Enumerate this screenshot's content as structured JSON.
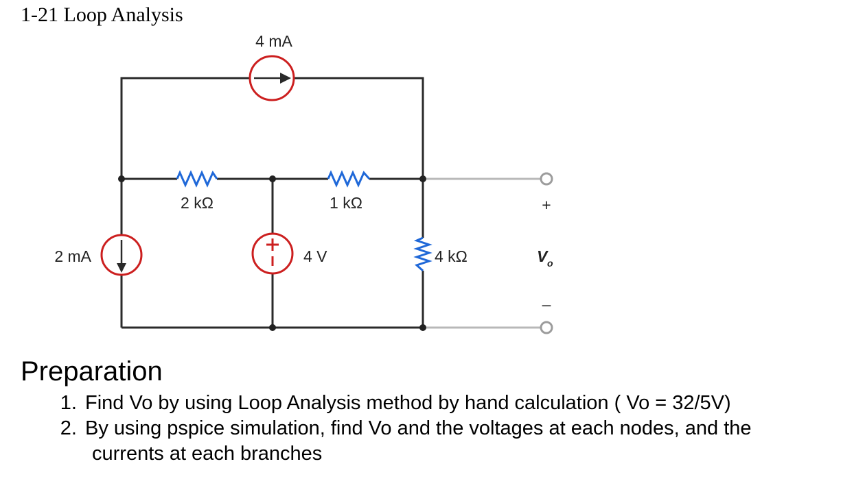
{
  "title": "1-21 Loop Analysis",
  "circuit": {
    "labels": {
      "top_source": "4 mA",
      "left_source": "2 mA",
      "resistor_left": "2 kΩ",
      "resistor_right": "1 kΩ",
      "voltage_source": "4 V",
      "resistor_vertical": "4 kΩ",
      "output_plus": "+",
      "output_minus": "–",
      "output_voltage": "V",
      "output_subscript": "o",
      "vsource_plus": "+",
      "vsource_minus": "–"
    },
    "colors": {
      "wire": "#2a2a2a",
      "resistor": "#1f68d8",
      "source": "#cc1f1f",
      "terminal_wire": "#b8b8b8"
    }
  },
  "preparation": {
    "heading": "Preparation",
    "items": [
      {
        "line1": "Find Vo by using Loop Analysis method by hand calculation ( Vo = 32/5V)",
        "line2": ""
      },
      {
        "line1": "By using pspice simulation, find Vo and the voltages at each nodes, and the",
        "line2": "currents at each branches"
      }
    ]
  }
}
